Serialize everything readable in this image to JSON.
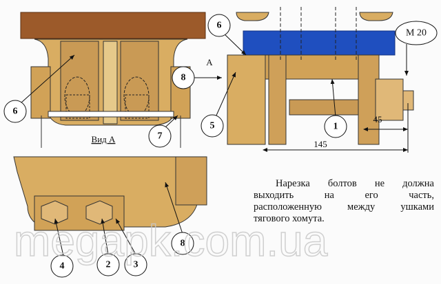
{
  "diagram": {
    "callouts": {
      "left_6": "6",
      "left_7": "7",
      "mid_8": "8",
      "top_6": "6",
      "right_5": "5",
      "right_1": "1",
      "bolt_size": "M 20",
      "bottom_8": "8",
      "bottom_4": "4",
      "bottom_2": "2",
      "bottom_3": "3"
    },
    "view_arrow_label": "A",
    "view_caption": "Вид А",
    "dimensions": {
      "thread_length": "45",
      "overall_length": "145"
    },
    "colors": {
      "wood": "#d9ad62",
      "dark_wood": "#9c5a2a",
      "blue_bar": "#1f4fbf",
      "outline": "#222222"
    }
  },
  "note": {
    "lines": [
      "Нарезка болтов не должна",
      "выходить на его часть,",
      "расположенную между ушками",
      "тягового хомута."
    ]
  },
  "watermark": "megapk.com.ua"
}
